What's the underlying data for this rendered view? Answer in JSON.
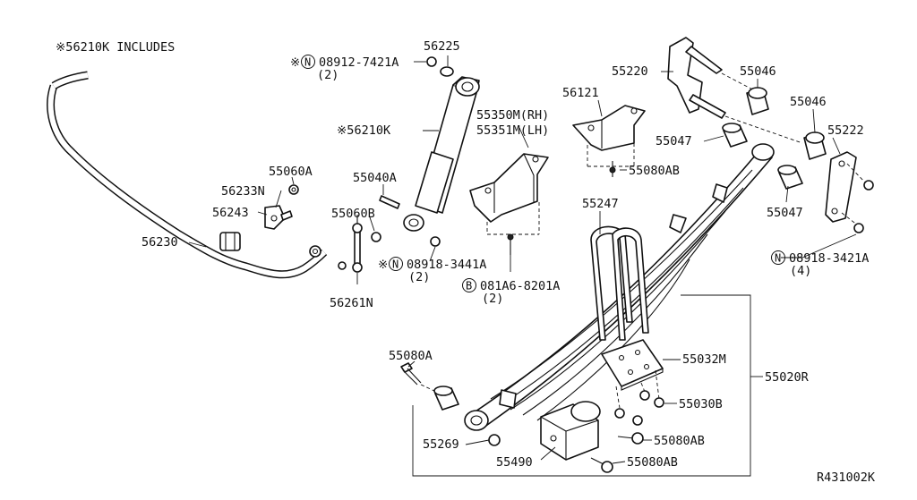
{
  "title_note": "※56210K INCLUDES",
  "ref_code": "R431002K",
  "callouts": {
    "c56225": "56225",
    "c08912": "08912-7421A",
    "c08912_qty": "(2)",
    "c56210k": "※56210K",
    "c55060a": "55060A",
    "c56233n": "56233N",
    "c56243": "56243",
    "c56230": "56230",
    "c55040a": "55040A",
    "c55060b": "55060B",
    "c56261n": "56261N",
    "c08918_3441": "08918-3441A",
    "c08918_3441_qty": "(2)",
    "c081a6": "081A6-8201A",
    "c081a6_qty": "(2)",
    "c55350m": "55350M(RH)",
    "c55351m": "55351M(LH)",
    "c56121": "56121",
    "c55080ab_top": "55080AB",
    "c55220": "55220",
    "c55046_a": "55046",
    "c55046_b": "55046",
    "c55047_a": "55047",
    "c55047_b": "55047",
    "c55222": "55222",
    "c08918_3421": "08918-3421A",
    "c08918_3421_qty": "(4)",
    "c55247": "55247",
    "c55032m": "55032M",
    "c55020r": "55020R",
    "c55030b": "55030B",
    "c55080a": "55080A",
    "c55269": "55269",
    "c55490": "55490",
    "c55080ab_mid": "55080AB",
    "c55080ab_bot": "55080AB"
  },
  "symbols": {
    "star": "※",
    "n_marker": "N",
    "b_marker": "B"
  }
}
